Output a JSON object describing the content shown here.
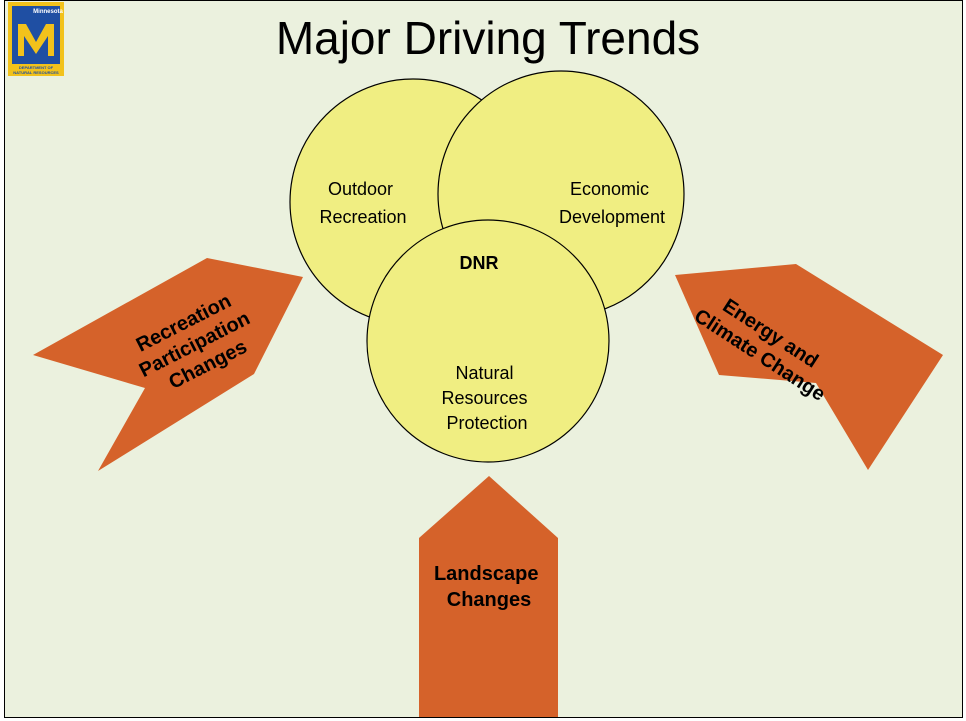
{
  "slide": {
    "title": "Major Driving Trends",
    "logo": {
      "top_text": "Minnesota",
      "bottom_text": [
        "DEPARTMENT OF",
        "NATURAL RESOURCES"
      ],
      "colors": {
        "blue": "#1f4fa3",
        "gold": "#f2c21b"
      }
    }
  },
  "diagram": {
    "circles": {
      "outdoor_recreation": [
        "Outdoor",
        "Recreation"
      ],
      "economic_development": [
        "Economic",
        "Development"
      ],
      "natural_resources_protection": [
        "Natural",
        "Resources",
        "Protection"
      ],
      "center_label": "DNR"
    },
    "trends": {
      "recreation_participation": [
        "Recreation",
        "Participation",
        "Changes"
      ],
      "energy_climate": [
        "Energy and",
        "Climate Change"
      ],
      "landscape": [
        "Landscape",
        "Changes"
      ]
    },
    "colors": {
      "circle_fill": "#f0ee82",
      "arrow_fill": "#d5622a",
      "background": "#ebf1de"
    }
  }
}
